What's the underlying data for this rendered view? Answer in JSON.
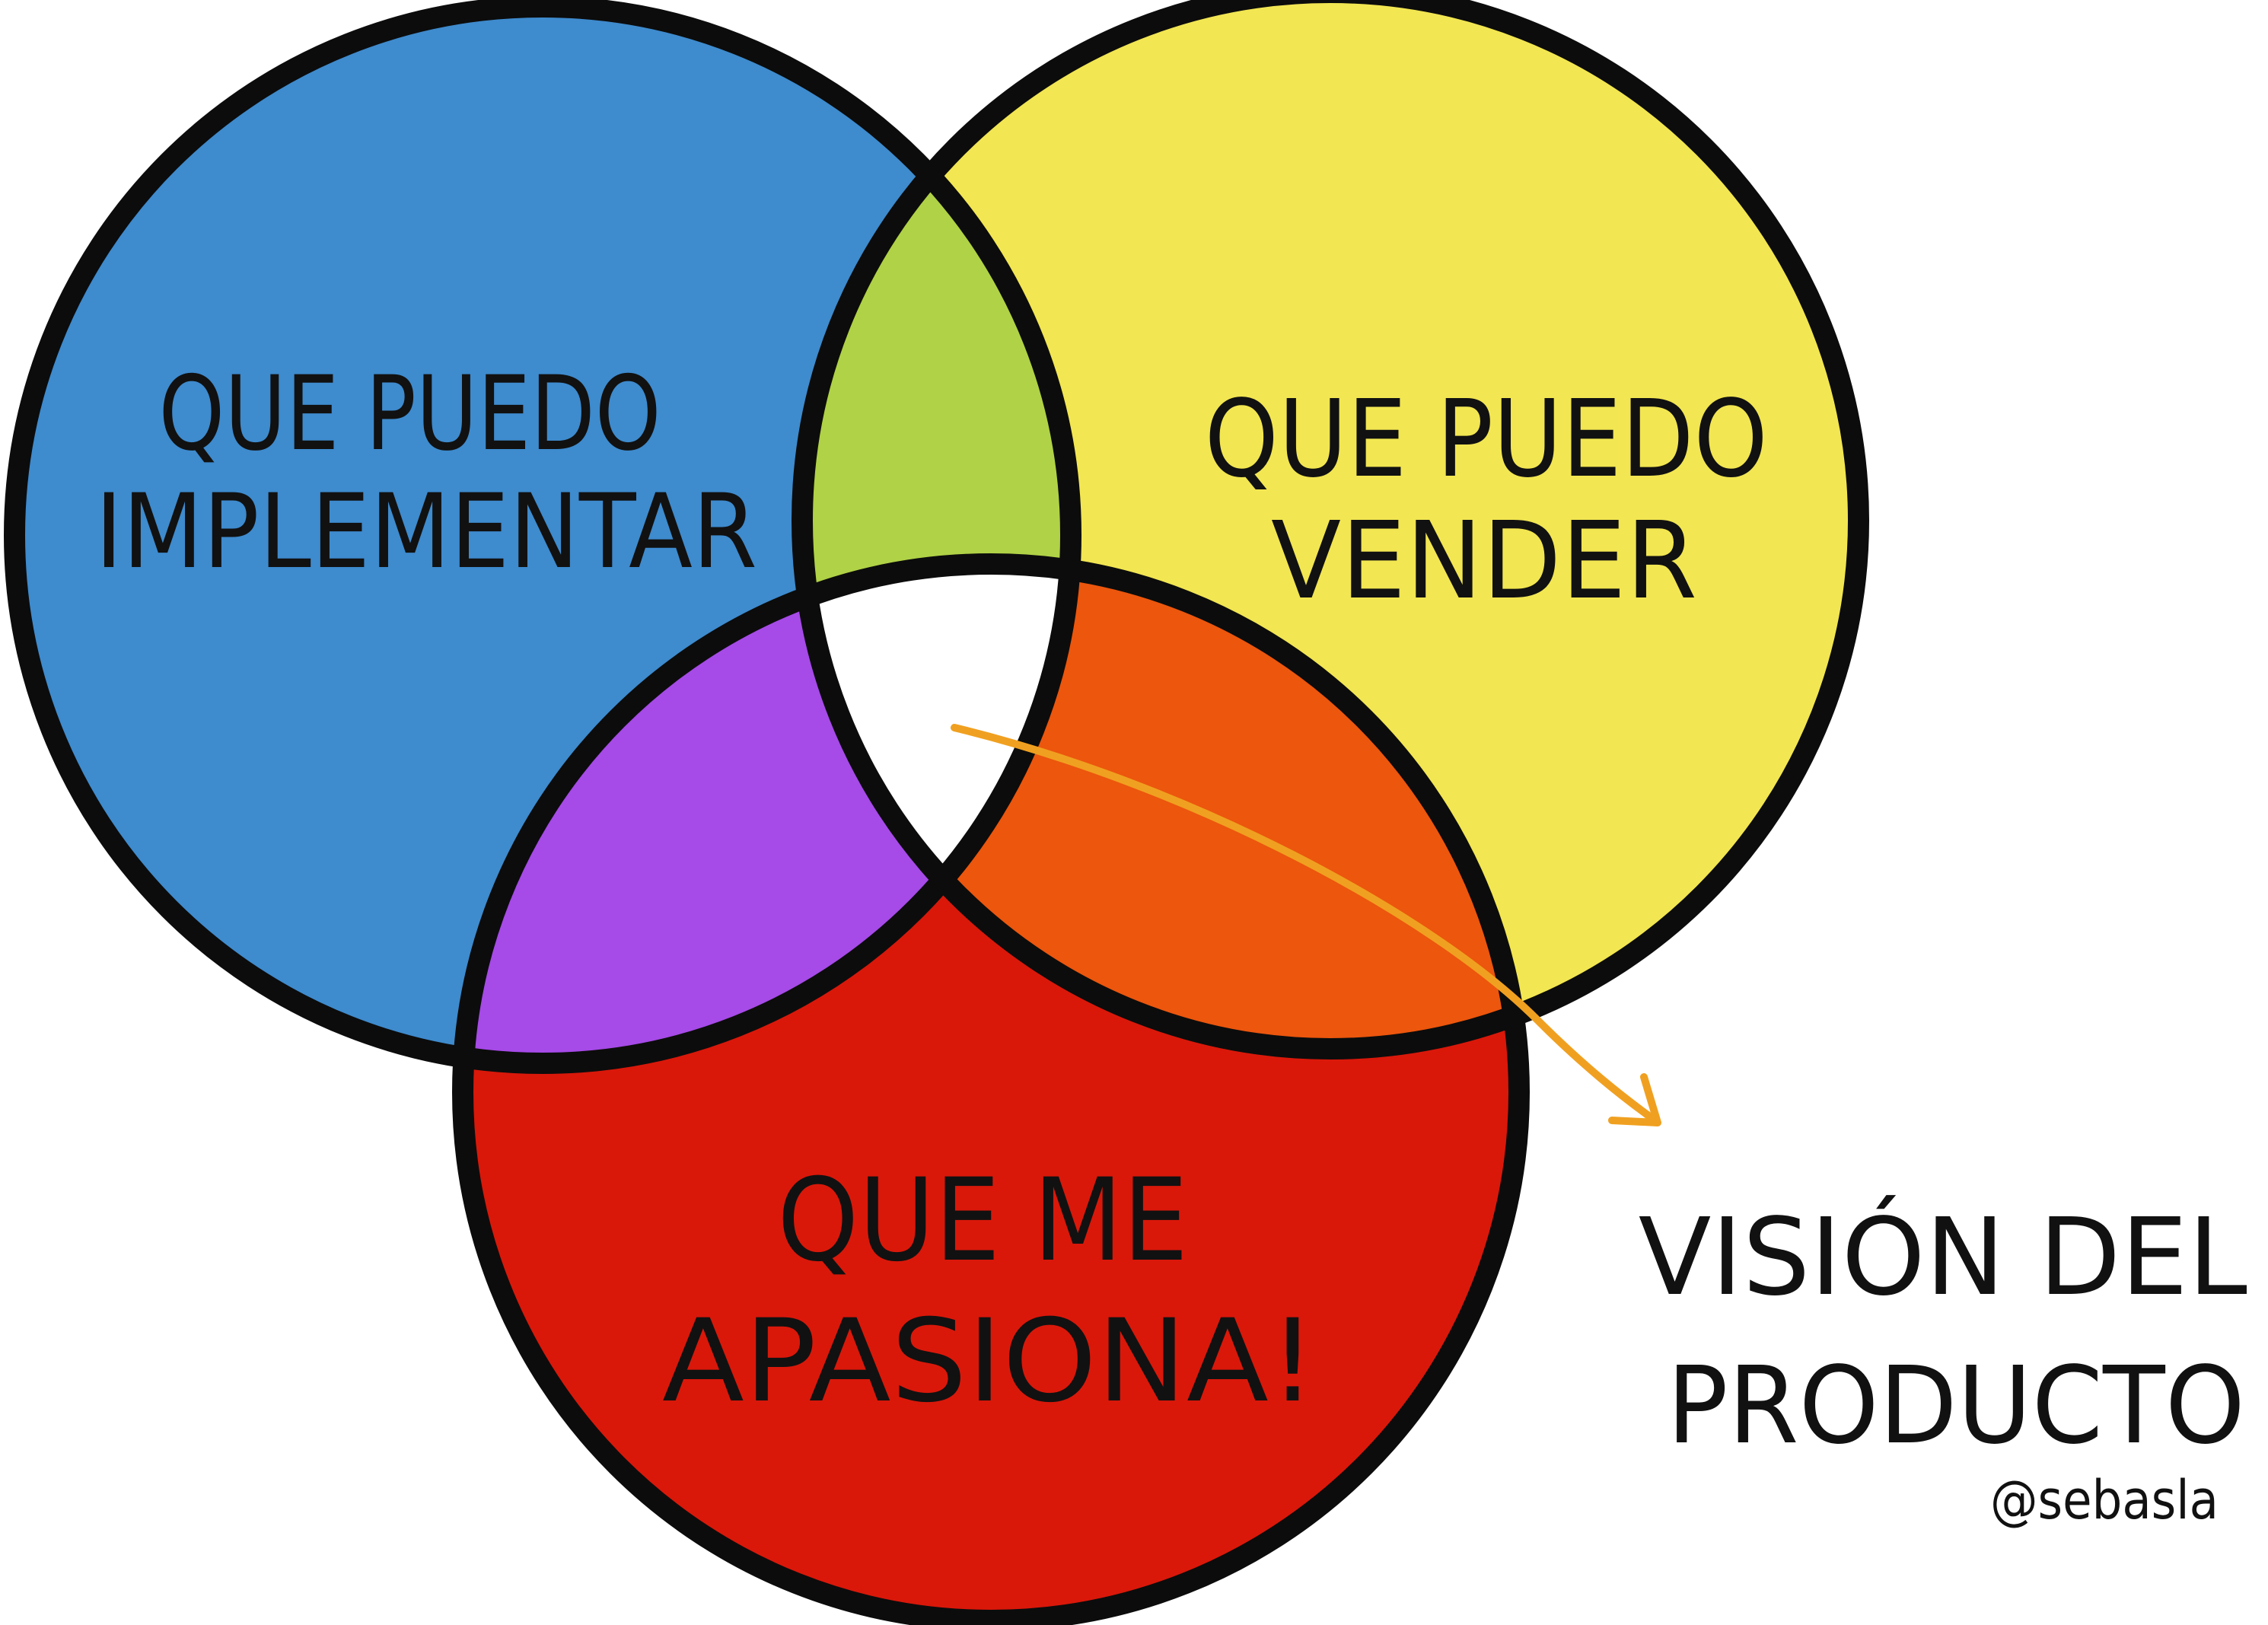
{
  "diagram": {
    "type": "venn",
    "circles": [
      {
        "id": "implement",
        "lines": [
          "QUE PUEDO",
          "IMPLEMENTAR"
        ],
        "color": "#3e8bce"
      },
      {
        "id": "sell",
        "lines": [
          "QUE PUEDO",
          "VENDER"
        ],
        "color": "#f2e652"
      },
      {
        "id": "passion",
        "lines": [
          "QUE ME",
          "APASIONA!"
        ],
        "color": "#d9180a"
      }
    ],
    "intersections": {
      "implement_sell": "#b0d246",
      "implement_passion": "#a64ae8",
      "sell_passion": "#ec560d",
      "all": "#ffffff"
    },
    "outcome": {
      "lines": [
        "VISIÓN DEL",
        "PRODUCTO"
      ]
    },
    "arrow_color": "#f0a020",
    "signature": "@sebasla"
  }
}
